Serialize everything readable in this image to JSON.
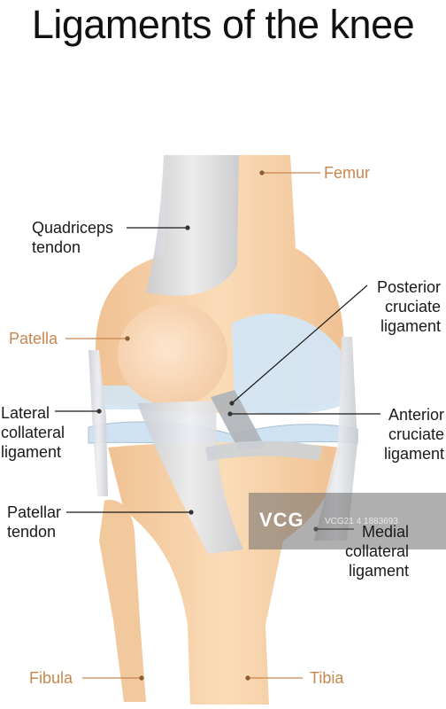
{
  "title": "Ligaments of the knee",
  "labels": {
    "femur": "Femur",
    "quadriceps_tendon": [
      "Quadriceps",
      "tendon"
    ],
    "patella": "Patella",
    "posterior_cruciate": [
      "Posterior",
      "cruciate",
      "ligament"
    ],
    "lateral_collateral": [
      "Lateral",
      "collateral",
      "ligament"
    ],
    "anterior_cruciate": [
      "Anterior",
      "cruciate",
      "ligament"
    ],
    "patellar_tendon": [
      "Patellar",
      "tendon"
    ],
    "medial_collateral": [
      "Medial",
      "collateral",
      "ligament"
    ],
    "fibula": "Fibula",
    "tibia": "Tibia"
  },
  "watermark": {
    "logo": "VCG",
    "id": "VCG21 4 1883693"
  },
  "colors": {
    "bone": "#f6cfa4",
    "bone_label": "#c8874f",
    "cartilage": "#d3e6f4",
    "ligament": "#d6d9de",
    "leader_line": "#1a1a1a"
  }
}
